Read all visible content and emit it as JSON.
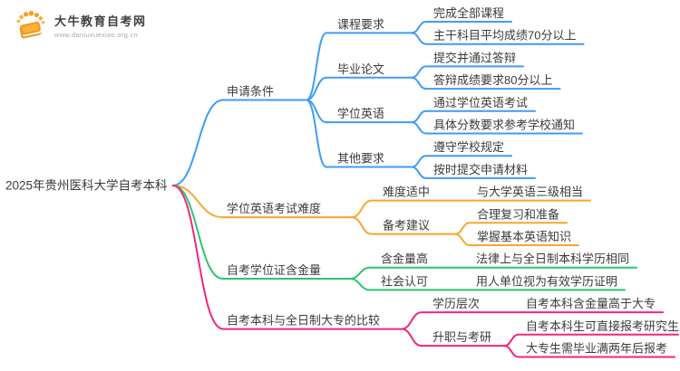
{
  "logo": {
    "title": "大牛教育自考网",
    "url": "www.daniuxuexiao.org.cn",
    "icon": "book-icon"
  },
  "root": {
    "label": "2025年贵州医科大学自考本科"
  },
  "colors": {
    "branch_blue": "#3d9cf4",
    "branch_orange": "#f7a72f",
    "branch_green": "#2bc46f",
    "branch_pink": "#f2267d",
    "text": "#3b3b3b",
    "logo_orange": "#f49c1a"
  },
  "branches": [
    {
      "label": "申请条件",
      "color": "#3d9cf4",
      "children": [
        {
          "label": "课程要求",
          "children": [
            {
              "label": "完成全部课程"
            },
            {
              "label": "主干科目平均成绩70分以上"
            }
          ]
        },
        {
          "label": "毕业论文",
          "children": [
            {
              "label": "提交并通过答辩"
            },
            {
              "label": "答辩成绩要求80分以上"
            }
          ]
        },
        {
          "label": "学位英语",
          "children": [
            {
              "label": "通过学位英语考试"
            },
            {
              "label": "具体分数要求参考学校通知"
            }
          ]
        },
        {
          "label": "其他要求",
          "children": [
            {
              "label": "遵守学校规定"
            },
            {
              "label": "按时提交申请材料"
            }
          ]
        }
      ]
    },
    {
      "label": "学位英语考试难度",
      "color": "#f7a72f",
      "children": [
        {
          "label": "难度适中",
          "children": [
            {
              "label": "与大学英语三级相当"
            }
          ]
        },
        {
          "label": "备考建议",
          "children": [
            {
              "label": "合理复习和准备"
            },
            {
              "label": "掌握基本英语知识"
            }
          ]
        }
      ]
    },
    {
      "label": "自考学位证含金量",
      "color": "#2bc46f",
      "children": [
        {
          "label": "含金量高",
          "children": [
            {
              "label": "法律上与全日制本科学历相同"
            }
          ]
        },
        {
          "label": "社会认可",
          "children": [
            {
              "label": "用人单位视为有效学历证明"
            }
          ]
        }
      ]
    },
    {
      "label": "自考本科与全日制大专的比较",
      "color": "#f2267d",
      "children": [
        {
          "label": "学历层次",
          "children": [
            {
              "label": "自考本科含金量高于大专"
            }
          ]
        },
        {
          "label": "升职与考研",
          "children": [
            {
              "label": "自考本科生可直接报考研究生"
            },
            {
              "label": "大专生需毕业满两年后报考"
            }
          ]
        }
      ]
    }
  ]
}
